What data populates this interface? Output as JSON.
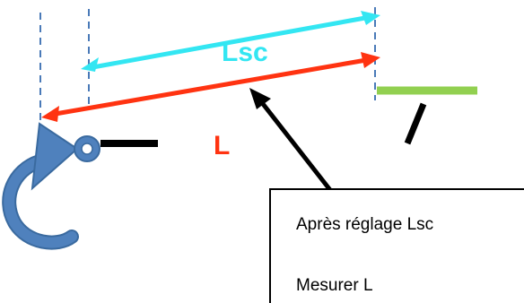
{
  "labels": {
    "lsc": "Lsc",
    "l": "L"
  },
  "note": {
    "line1": "Après réglage Lsc",
    "line2": "Mesurer L"
  },
  "colors": {
    "lsc_arrow": "#33e6f2",
    "l_arrow": "#ff3311",
    "lsc_label": "#33e6f2",
    "l_label": "#ff3311",
    "dashed_guides": "#4a7ab8",
    "hook": "#4f81bd",
    "hook_outline": "#3a6a9f",
    "green_bar": "#92d050",
    "pointer_arrow": "#000000"
  },
  "icons": {
    "hook": "hook-icon"
  }
}
